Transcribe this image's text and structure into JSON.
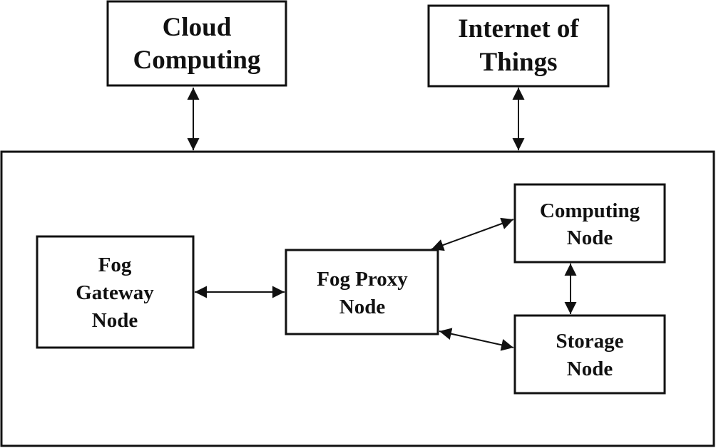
{
  "nodes": {
    "cloud": {
      "lines": [
        "Cloud",
        "Computing"
      ]
    },
    "iot": {
      "lines": [
        "Internet of",
        "Things"
      ]
    },
    "gateway": {
      "lines": [
        "Fog",
        "Gateway",
        "Node"
      ]
    },
    "proxy": {
      "lines": [
        "Fog Proxy",
        "Node"
      ]
    },
    "computing": {
      "lines": [
        "Computing",
        "Node"
      ]
    },
    "storage": {
      "lines": [
        "Storage",
        "Node"
      ]
    }
  },
  "connections": [
    {
      "from": "cloud",
      "to": "fog-layer",
      "bidirectional": true
    },
    {
      "from": "iot",
      "to": "fog-layer",
      "bidirectional": true
    },
    {
      "from": "gateway",
      "to": "proxy",
      "bidirectional": true
    },
    {
      "from": "proxy",
      "to": "computing",
      "bidirectional": true
    },
    {
      "from": "proxy",
      "to": "storage",
      "bidirectional": true
    },
    {
      "from": "computing",
      "to": "storage",
      "bidirectional": true
    }
  ]
}
